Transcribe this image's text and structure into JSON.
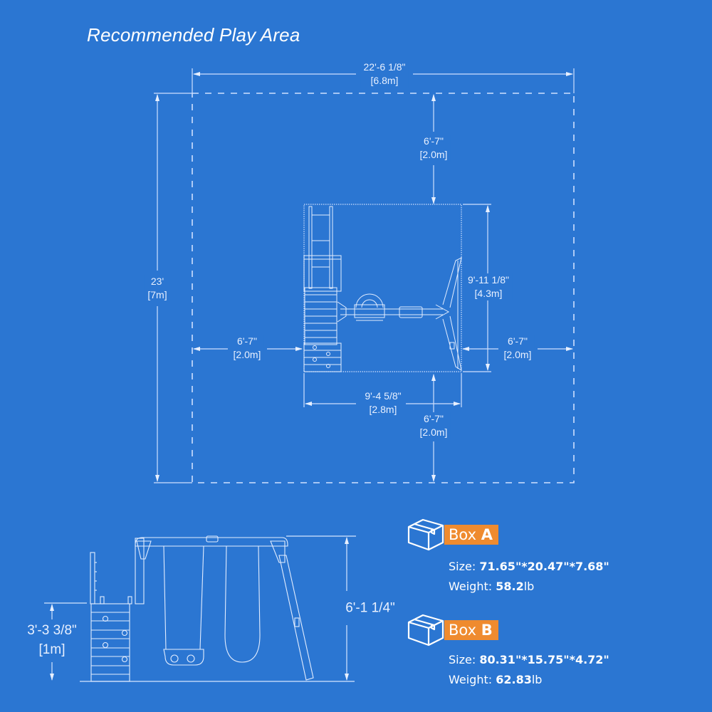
{
  "title": "Recommended Play Area",
  "top_view": {
    "overall_width": {
      "imperial": "22'-6 1/8\"",
      "metric": "[6.8m]"
    },
    "overall_depth": {
      "imperial": "23'",
      "metric": "[7m]"
    },
    "clearance_top": {
      "imperial": "6'-7\"",
      "metric": "[2.0m]"
    },
    "clearance_left": {
      "imperial": "6'-7\"",
      "metric": "[2.0m]"
    },
    "clearance_right": {
      "imperial": "6'-7\"",
      "metric": "[2.0m]"
    },
    "clearance_bottom": {
      "imperial": "6'-7\"",
      "metric": "[2.0m]"
    },
    "set_depth": {
      "imperial": "9'-11 1/8\"",
      "metric": "[4.3m]"
    },
    "set_width": {
      "imperial": "9'-4 5/8\"",
      "metric": "[2.8m]"
    }
  },
  "side_view": {
    "total_height": {
      "imperial": "6'-1 1/4\""
    },
    "deck_height": {
      "imperial": "3'-3 3/8\"",
      "metric": "[1m]"
    }
  },
  "boxes": [
    {
      "prefix": "Box ",
      "letter": "A",
      "size_label": "Size: ",
      "size_value": "71.65\"*20.47\"*7.68\"",
      "weight_label": "Weight: ",
      "weight_value": "58.2",
      "weight_unit": "lb"
    },
    {
      "prefix": "Box ",
      "letter": "B",
      "size_label": "Size: ",
      "size_value": "80.31\"*15.75\"*4.72\"",
      "weight_label": "Weight: ",
      "weight_value": "62.83",
      "weight_unit": "lb"
    }
  ],
  "colors": {
    "background": "#2b76d2",
    "line": "#dbe8ff",
    "tag": "#ef8b2f"
  },
  "icons": {
    "box": "package-box-icon",
    "arrow": "dimension-arrow-icon"
  }
}
